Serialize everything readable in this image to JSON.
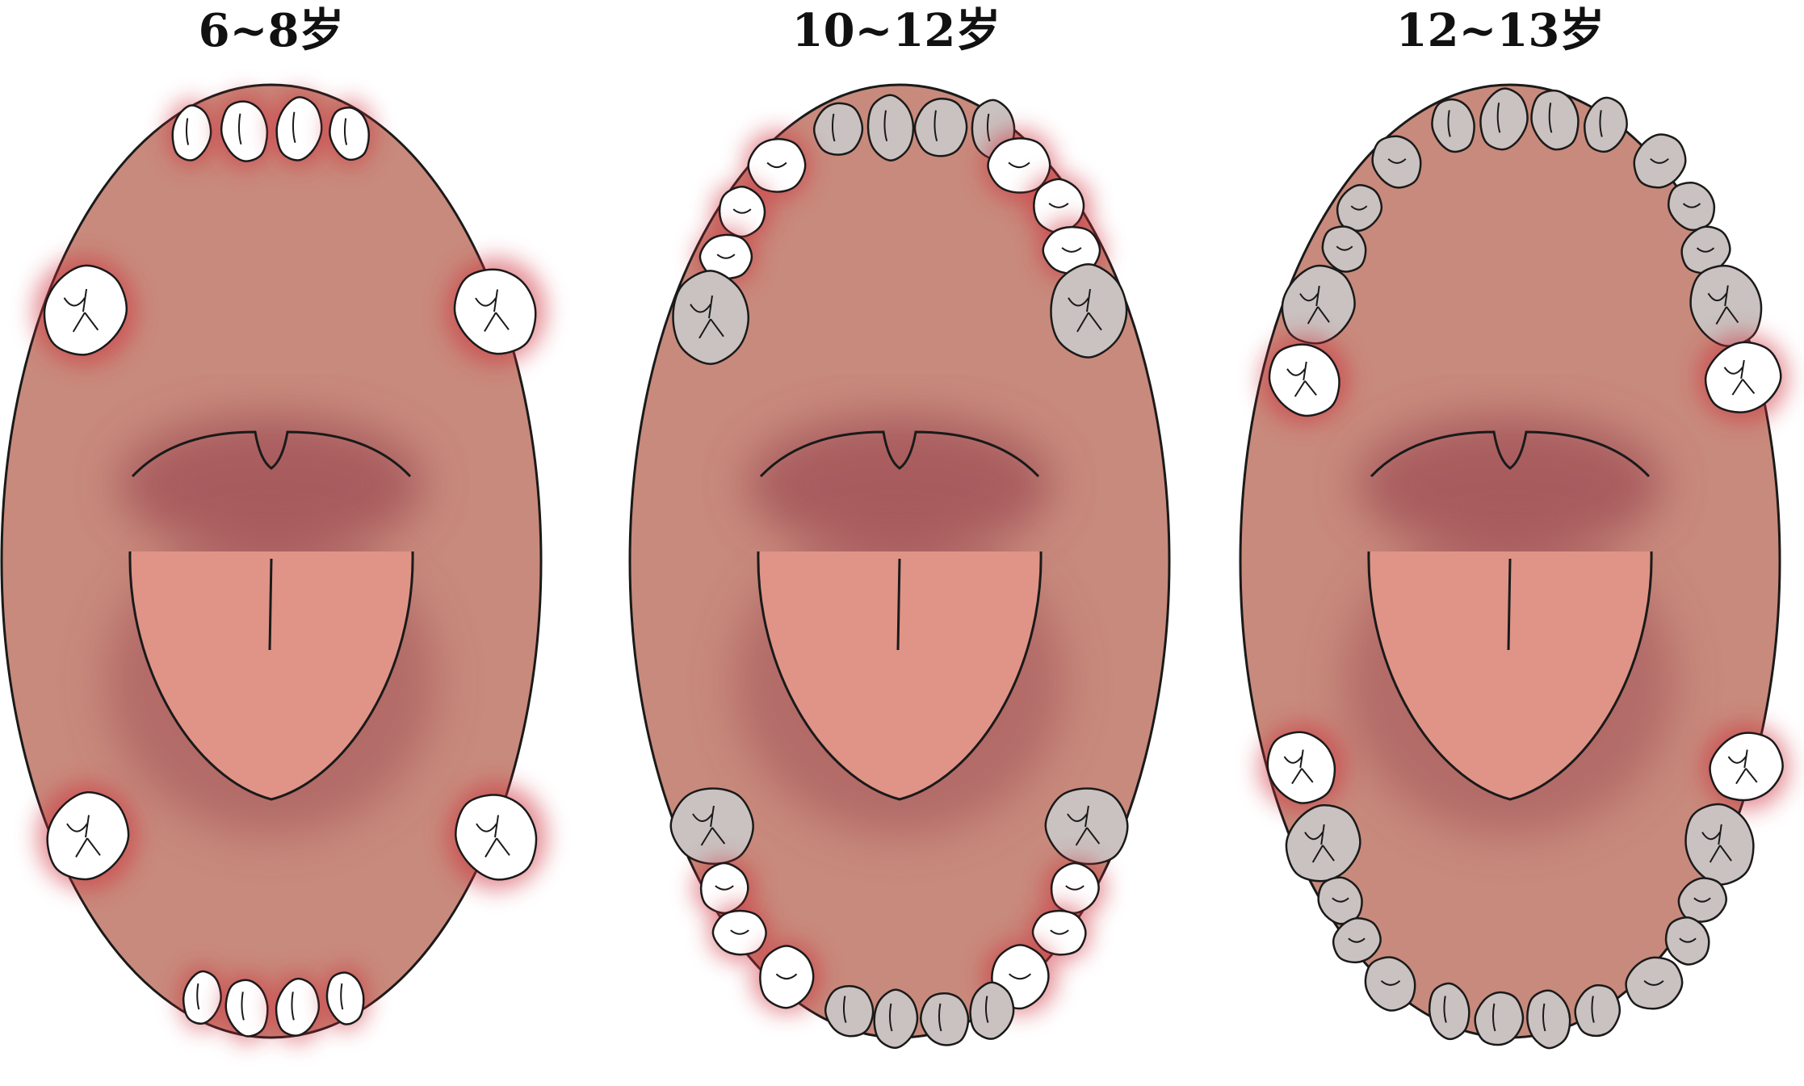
{
  "stages": [
    {
      "label": "6~8岁"
    },
    {
      "label": "10~12岁"
    },
    {
      "label": "12~13岁"
    }
  ],
  "colors": {
    "mouth": "#c88a7c",
    "palate": "#9e4e55",
    "tongue": "#df9487",
    "new_tooth": "#ffffff",
    "existing_tooth": "#c9c2c0",
    "erupting_glow": "#cf2f3a",
    "outline": "#1a1a1a"
  }
}
